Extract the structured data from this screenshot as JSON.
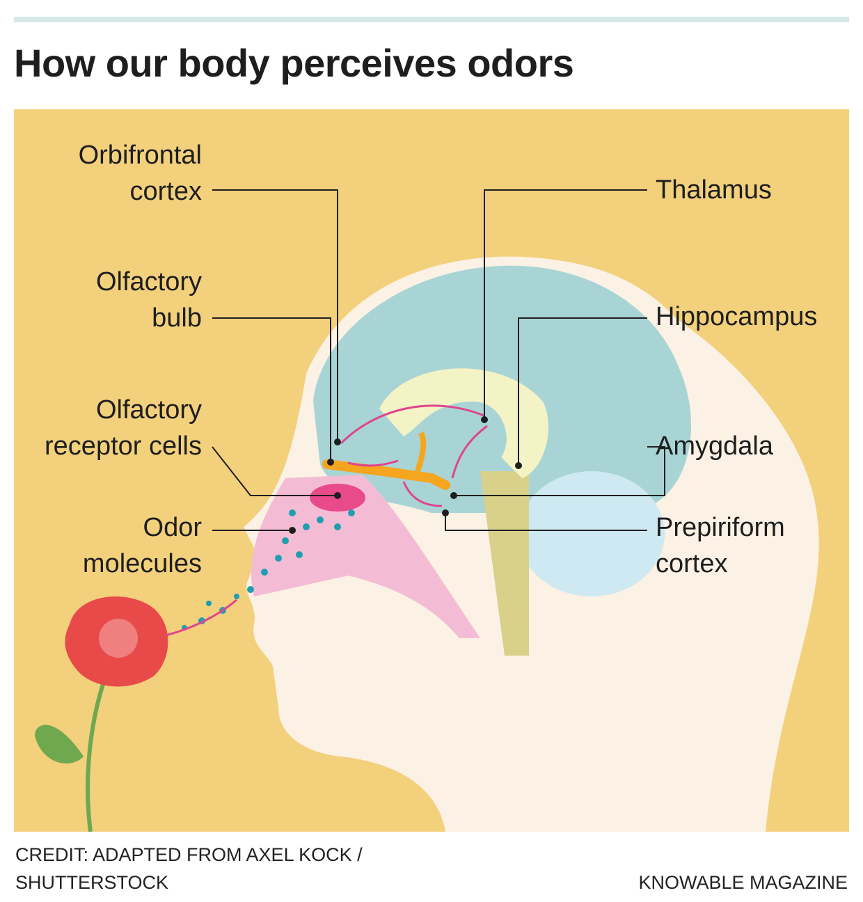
{
  "title": "How our body perceives odors",
  "labels": {
    "orbifrontal": [
      "Orbifrontal",
      "cortex"
    ],
    "olfactory_bulb": [
      "Olfactory",
      "bulb"
    ],
    "receptor_cells": [
      "Olfactory",
      "receptor cells"
    ],
    "odor_molecules": [
      "Odor",
      "molecules"
    ],
    "thalamus": [
      "Thalamus"
    ],
    "hippocampus": [
      "Hippocampus"
    ],
    "amygdala": [
      "Amygdala"
    ],
    "prepiriform": [
      "Prepiriform",
      "cortex"
    ]
  },
  "credit": [
    "CREDIT: ADAPTED FROM AXEL KOCK /",
    "SHUTTERSTOCK"
  ],
  "brand": "KNOWABLE MAGAZINE",
  "colors": {
    "background": "#f3d07c",
    "head": "#fbf1e4",
    "brain": "#a8d4d6",
    "nasal": "#f4bcd4",
    "pathway": "#f6a51e",
    "arrow": "#e0448e",
    "molecules": "#1e9fb1",
    "rose": "#e84a4a",
    "stem": "#6fa84f"
  }
}
